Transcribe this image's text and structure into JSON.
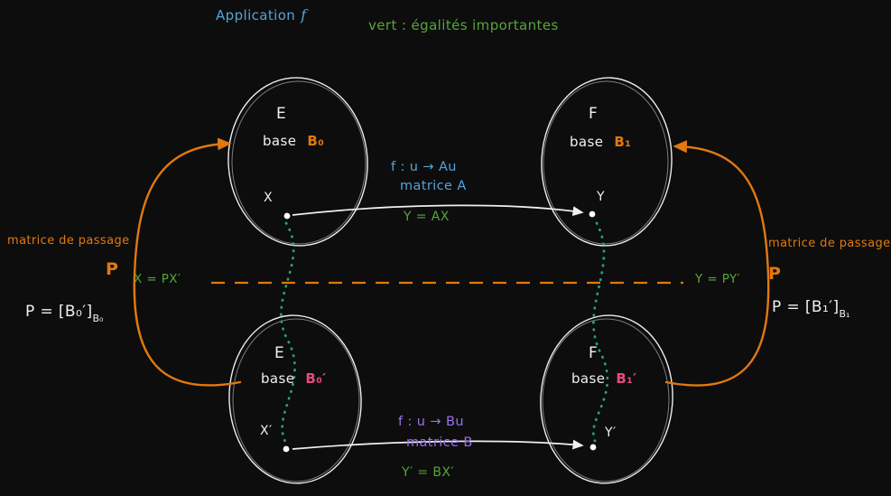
{
  "colors": {
    "background": "#0d0d0d",
    "white": "#f0f0f0",
    "blue": "#56a2d8",
    "green": "#55a63a",
    "orange": "#e0790f",
    "pink": "#e64980",
    "purple": "#9b72ef",
    "teal": "#2f9e77"
  },
  "header": {
    "title": "Application",
    "title_f": "f",
    "legend": "vert : égalités importantes"
  },
  "sets": {
    "top_left": {
      "name": "E",
      "base_word": "base",
      "base": "B₀",
      "point": "X"
    },
    "top_right": {
      "name": "F",
      "base_word": "base",
      "base": "B₁",
      "point": "Y"
    },
    "bottom_left": {
      "name": "E",
      "base_word": "base",
      "base": "B₀′",
      "point": "X′"
    },
    "bottom_right": {
      "name": "F",
      "base_word": "base",
      "base": "B₁′",
      "point": "Y′"
    }
  },
  "maps": {
    "top": {
      "line1": "f : u → Au",
      "line2": "matrice A",
      "equation": "Y = AX"
    },
    "bottom": {
      "line1": "f : u → Bu",
      "line2": "matrice B",
      "equation": "Y′ = BX′"
    }
  },
  "passage": {
    "left": {
      "label": "matrice de passage",
      "symbol": "P",
      "formula_main": "P = [B₀′]",
      "formula_sub": "B₀"
    },
    "right": {
      "label": "matrice de passage",
      "symbol": "P",
      "formula_main": "P = [B₁′]",
      "formula_sub": "B₁"
    }
  },
  "axis": {
    "left_equation": "X = PX′",
    "right_equation": "Y = PY′"
  }
}
